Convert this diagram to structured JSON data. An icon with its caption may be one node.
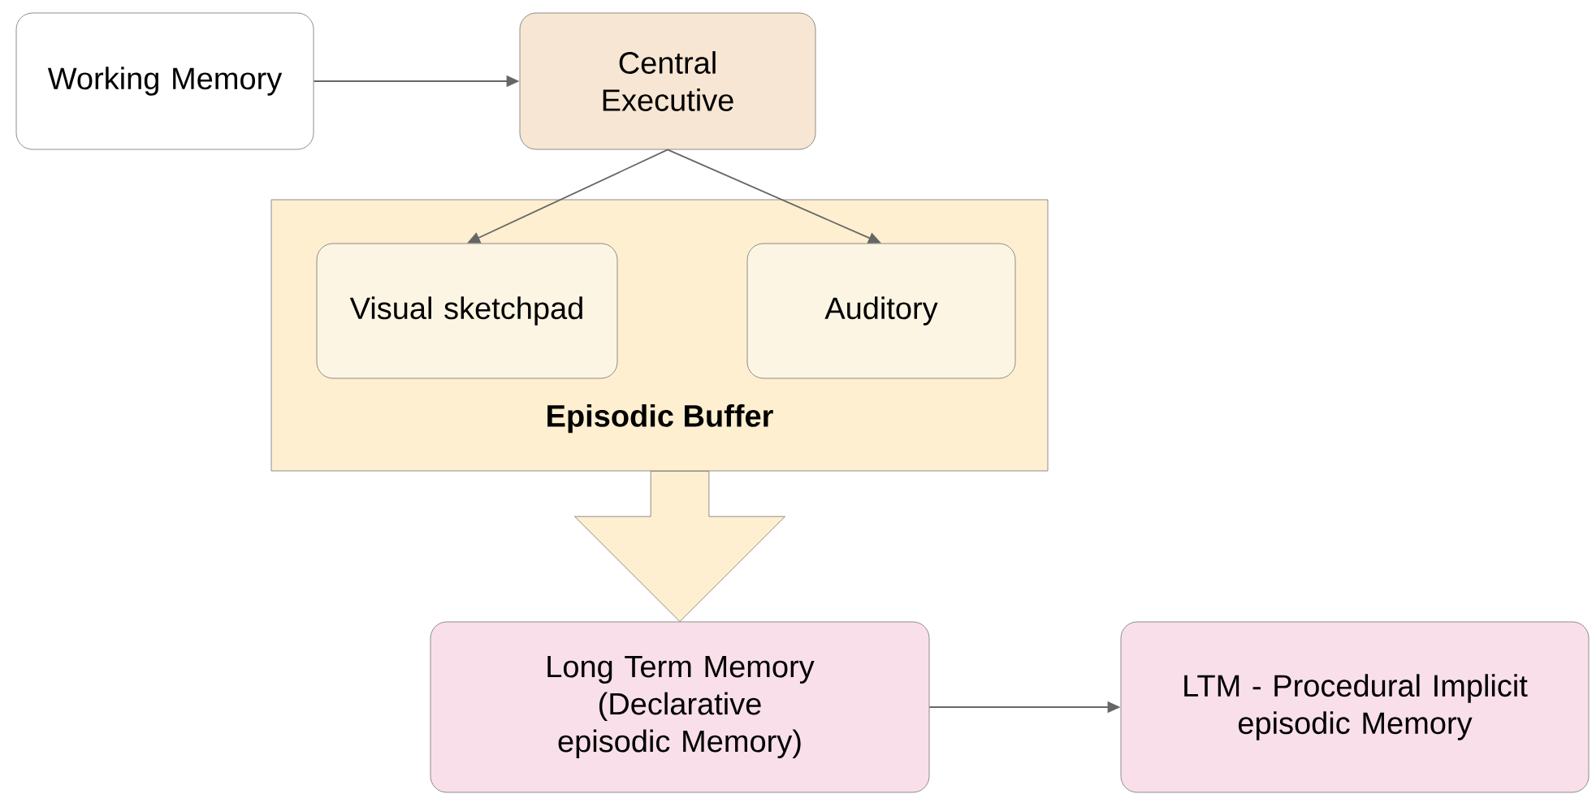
{
  "diagram": {
    "nodes": [
      {
        "text": [
          "Working Memory"
        ]
      },
      {
        "text": [
          "Central Executive"
        ]
      },
      {
        "text": [
          "Episodic Buffer"
        ]
      },
      {
        "text": [
          "Visual sketchpad"
        ],
        "in": 2
      },
      {
        "text": [
          "Auditory"
        ],
        "in": 2
      },
      {
        "text": [
          "Long Term Memory (Declarative episodic Memory)"
        ]
      },
      {
        "text": [
          "LTM - Procedural Implicit episodic Memory"
        ]
      }
    ],
    "edges": [
      {
        "from": 0,
        "to": 1,
        "arrow": "to"
      },
      {
        "from": 1,
        "to": 3,
        "arrow": "to"
      },
      {
        "from": 1,
        "to": 4,
        "arrow": "to"
      },
      {
        "from": 2,
        "to": 5,
        "arrow": "to",
        "style": "thick"
      },
      {
        "from": 5,
        "to": 6,
        "arrow": "to"
      }
    ]
  }
}
